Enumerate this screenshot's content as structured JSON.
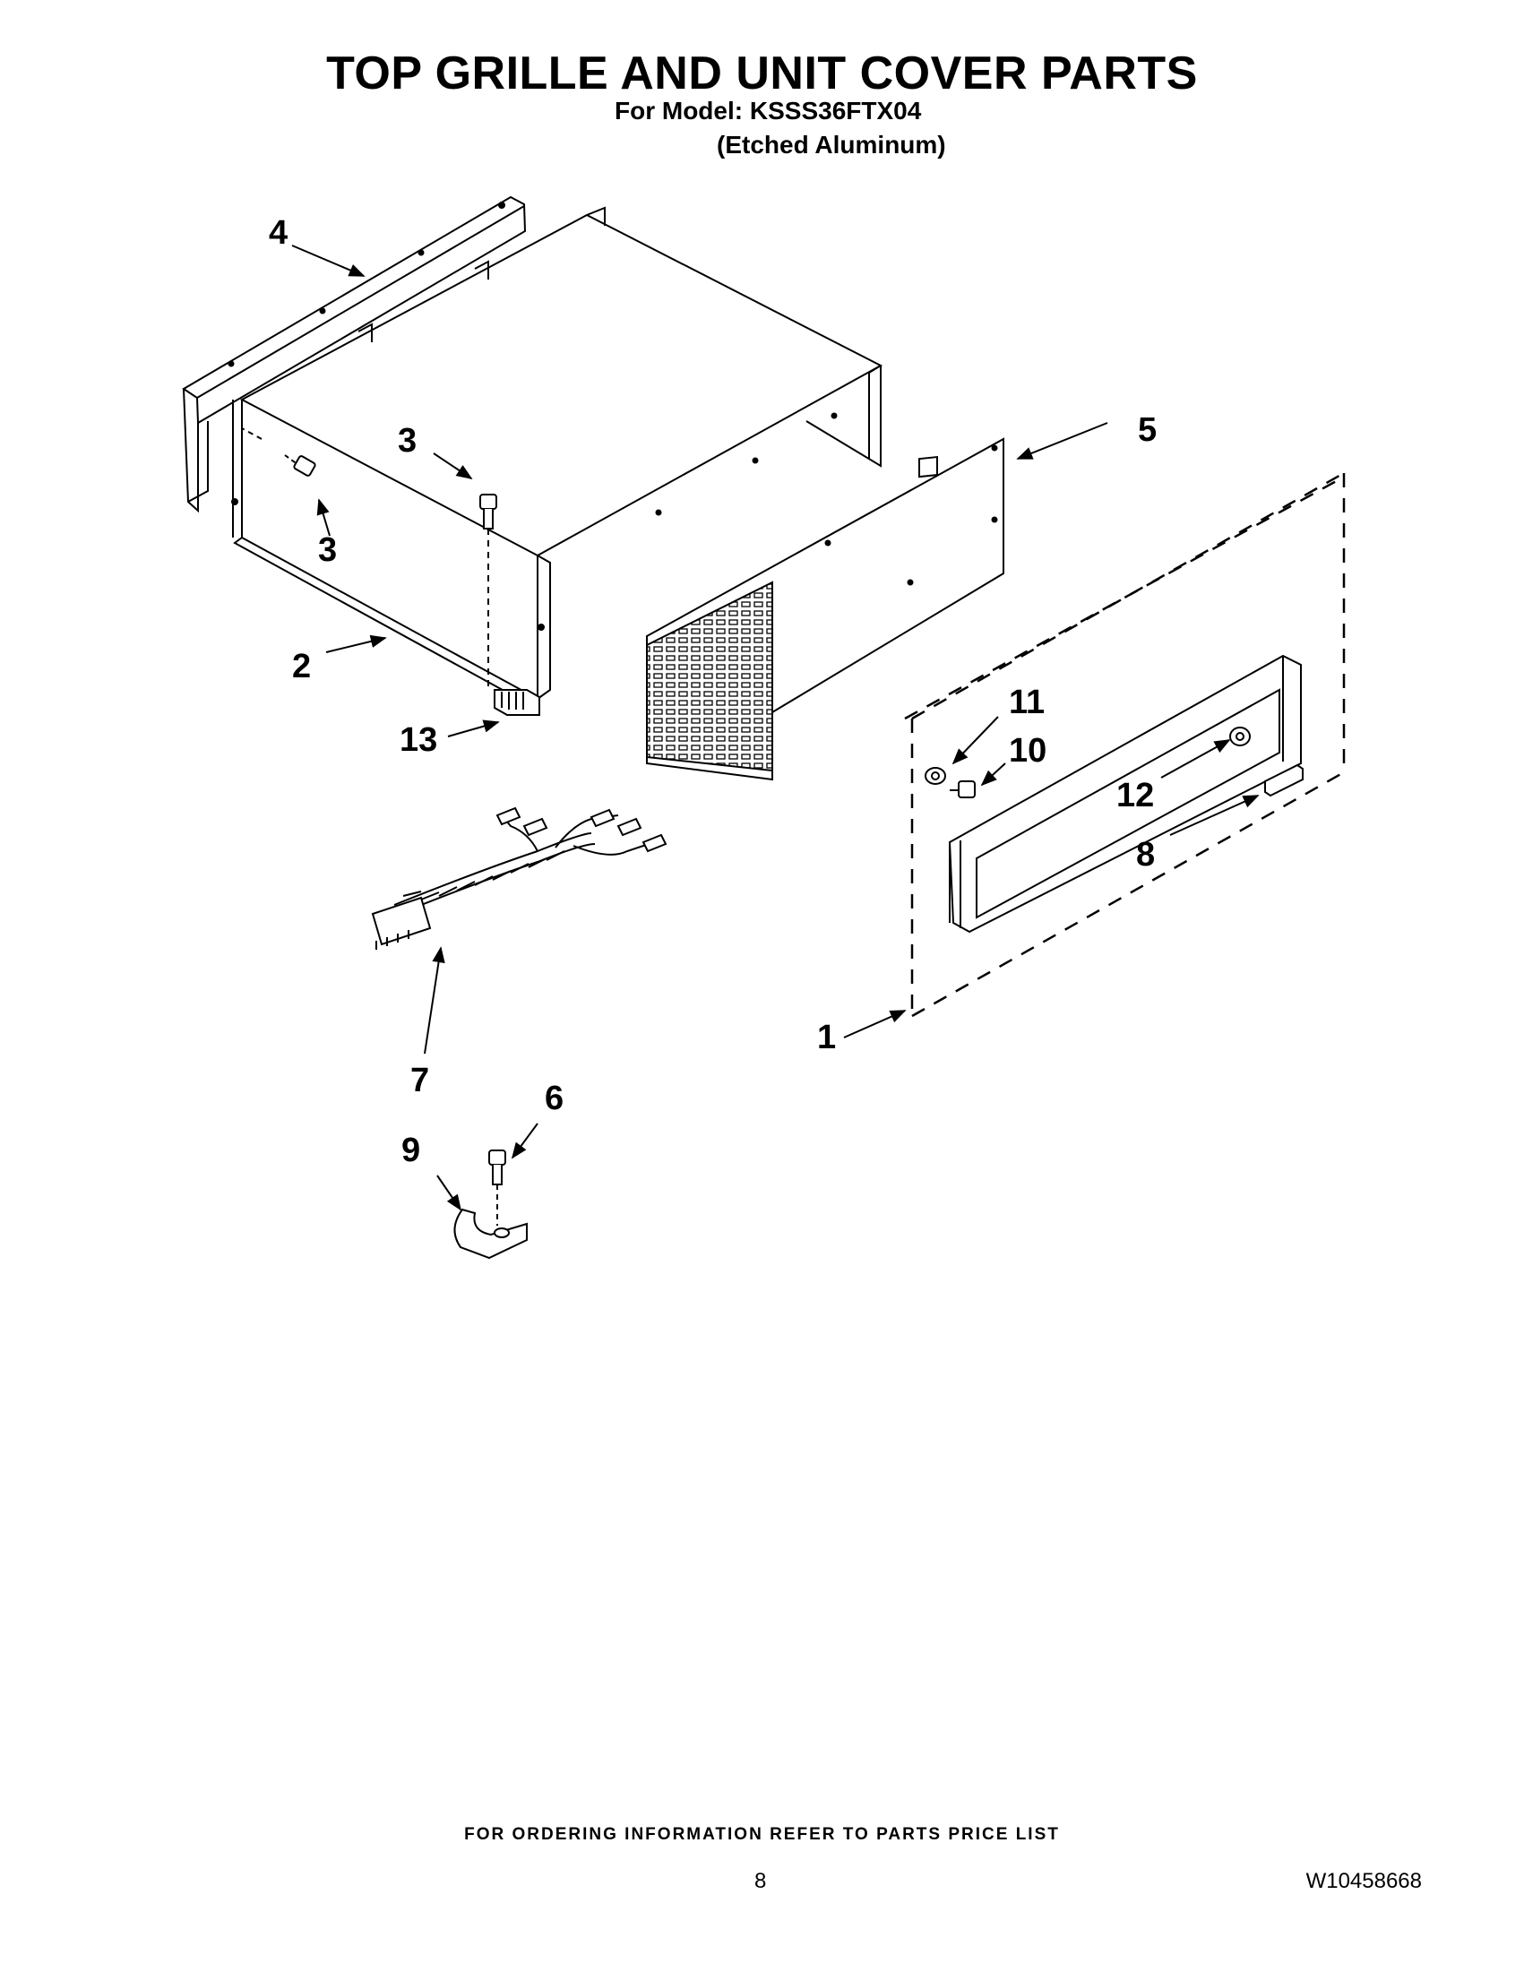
{
  "header": {
    "title": "TOP GRILLE AND UNIT COVER PARTS",
    "model_line": "For Model: KSSS36FTX04",
    "finish_line": "(Etched Aluminum)"
  },
  "callouts": {
    "c1": "1",
    "c2": "2",
    "c3a": "3",
    "c3b": "3",
    "c4": "4",
    "c5": "5",
    "c6": "6",
    "c7": "7",
    "c8": "8",
    "c9": "9",
    "c10": "10",
    "c11": "11",
    "c12": "12",
    "c13": "13"
  },
  "footer": {
    "ordering_note": "FOR ORDERING INFORMATION REFER TO PARTS PRICE LIST",
    "page_number": "8",
    "document_number": "W10458668"
  }
}
